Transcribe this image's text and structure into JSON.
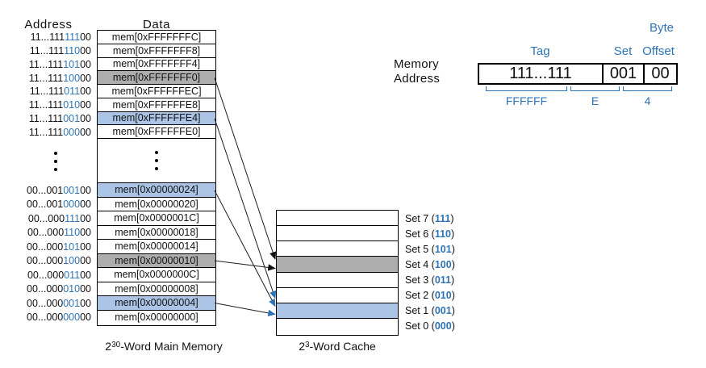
{
  "colors": {
    "blue_text": "#2E74B5",
    "blue_row_fill": "#ABC4E5",
    "gray_row_fill": "#ADADAD"
  },
  "memory": {
    "address_header": "Address",
    "data_header": "Data",
    "top_rows": [
      {
        "prefix": "11...111",
        "set": "111",
        "offset": "00",
        "data": "mem[0xFFFFFFFC]",
        "fill": "white"
      },
      {
        "prefix": "11...111",
        "set": "110",
        "offset": "00",
        "data": "mem[0xFFFFFFF8]",
        "fill": "white"
      },
      {
        "prefix": "11...111",
        "set": "101",
        "offset": "00",
        "data": "mem[0xFFFFFFF4]",
        "fill": "white"
      },
      {
        "prefix": "11...111",
        "set": "100",
        "offset": "00",
        "data": "mem[0xFFFFFFF0]",
        "fill": "gray"
      },
      {
        "prefix": "11...111",
        "set": "011",
        "offset": "00",
        "data": "mem[0xFFFFFFEC]",
        "fill": "white"
      },
      {
        "prefix": "11...111",
        "set": "010",
        "offset": "00",
        "data": "mem[0xFFFFFFE8]",
        "fill": "white"
      },
      {
        "prefix": "11...111",
        "set": "001",
        "offset": "00",
        "data": "mem[0xFFFFFFE4]",
        "fill": "blue"
      },
      {
        "prefix": "11...111",
        "set": "000",
        "offset": "00",
        "data": "mem[0xFFFFFFE0]",
        "fill": "white"
      }
    ],
    "bottom_rows": [
      {
        "prefix": "00...001",
        "set": "001",
        "offset": "00",
        "data": "mem[0x00000024]",
        "fill": "blue"
      },
      {
        "prefix": "00...001",
        "set": "000",
        "offset": "00",
        "data": "mem[0x00000020]",
        "fill": "white"
      },
      {
        "prefix": "00...000",
        "set": "111",
        "offset": "00",
        "data": "mem[0x0000001C]",
        "fill": "white"
      },
      {
        "prefix": "00...000",
        "set": "110",
        "offset": "00",
        "data": "mem[0x00000018]",
        "fill": "white"
      },
      {
        "prefix": "00...000",
        "set": "101",
        "offset": "00",
        "data": "mem[0x00000014]",
        "fill": "white"
      },
      {
        "prefix": "00...000",
        "set": "100",
        "offset": "00",
        "data": "mem[0x00000010]",
        "fill": "gray"
      },
      {
        "prefix": "00...000",
        "set": "011",
        "offset": "00",
        "data": "mem[0x0000000C]",
        "fill": "white"
      },
      {
        "prefix": "00...000",
        "set": "010",
        "offset": "00",
        "data": "mem[0x00000008]",
        "fill": "white"
      },
      {
        "prefix": "00...000",
        "set": "001",
        "offset": "00",
        "data": "mem[0x00000004]",
        "fill": "blue"
      },
      {
        "prefix": "00...000",
        "set": "000",
        "offset": "00",
        "data": "mem[0x00000000]",
        "fill": "white"
      }
    ],
    "caption": {
      "base": "2",
      "exp": "30",
      "rest": "-Word Main Memory"
    }
  },
  "cache": {
    "sets": [
      {
        "label": "Set 7",
        "bits": "111",
        "fill": "white"
      },
      {
        "label": "Set 6",
        "bits": "110",
        "fill": "white"
      },
      {
        "label": "Set 5",
        "bits": "101",
        "fill": "white"
      },
      {
        "label": "Set 4",
        "bits": "100",
        "fill": "gray"
      },
      {
        "label": "Set 3",
        "bits": "011",
        "fill": "white"
      },
      {
        "label": "Set 2",
        "bits": "010",
        "fill": "white"
      },
      {
        "label": "Set 1",
        "bits": "001",
        "fill": "blue"
      },
      {
        "label": "Set 0",
        "bits": "000",
        "fill": "white"
      }
    ],
    "caption": {
      "base": "2",
      "exp": "3",
      "rest": "-Word Cache"
    }
  },
  "address_breakdown": {
    "label_line1": "Memory",
    "label_line2": "Address",
    "byte_label": "Byte",
    "tag_label": "Tag",
    "set_label": "Set",
    "offset_label": "Offset",
    "tag_left": "111",
    "tag_dots": "...",
    "tag_right": "111",
    "set_value": "001",
    "offset_value": "00",
    "hex_groups": [
      "FFFFFF",
      "E",
      "4"
    ]
  },
  "arrows": [
    {
      "from": "mem[0xFFFFFFF0]",
      "to": "Set 4 (100)",
      "color": "black"
    },
    {
      "from": "mem[0xFFFFFFE4]",
      "to": "Set 1 (001)",
      "color": "blue"
    },
    {
      "from": "mem[0x00000024]",
      "to": "Set 1 (001)",
      "color": "blue"
    },
    {
      "from": "mem[0x00000010]",
      "to": "Set 4 (100)",
      "color": "black"
    },
    {
      "from": "mem[0x00000004]",
      "to": "Set 1 (001)",
      "color": "blue"
    }
  ]
}
